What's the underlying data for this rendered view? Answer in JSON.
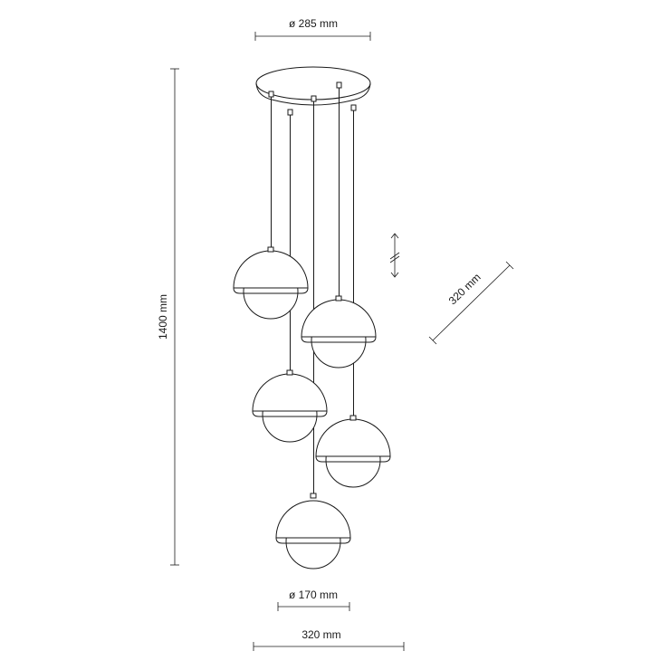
{
  "dimensions": {
    "canopy_diameter": "ø 285 mm",
    "total_height": "1400 mm",
    "cluster_diagonal": "320 mm",
    "shade_diameter": "ø 170 mm",
    "overall_width": "320 mm"
  },
  "symbols": {
    "adjustable_height": "adjustable-cable-length-icon"
  },
  "product": {
    "pendant_count": 5
  }
}
